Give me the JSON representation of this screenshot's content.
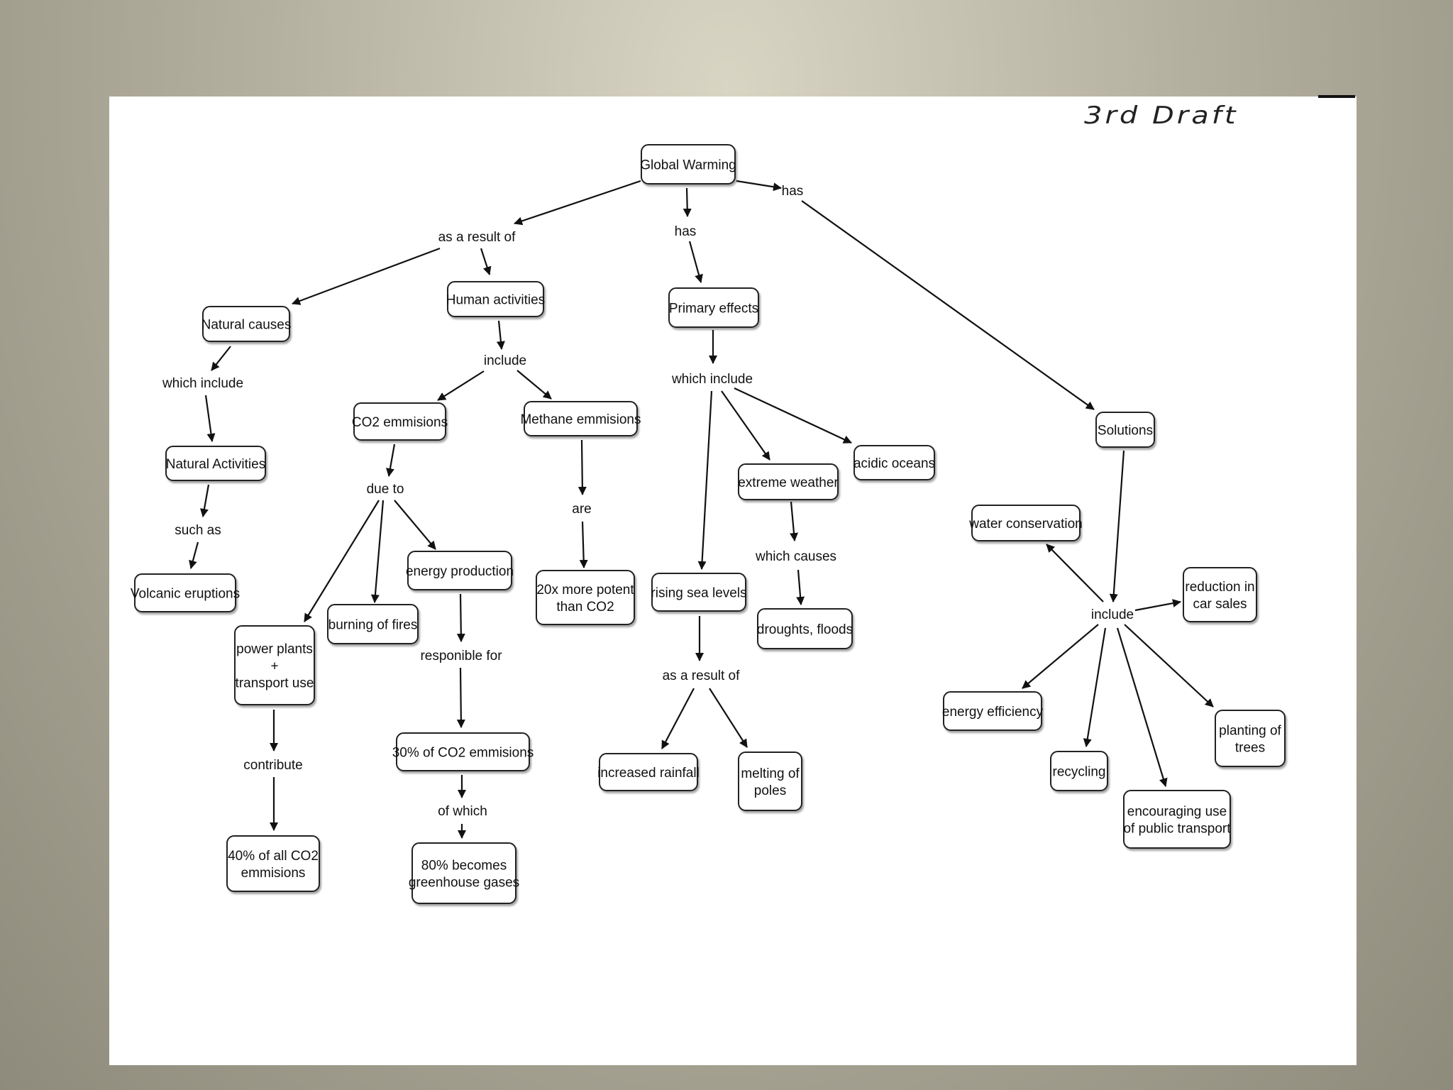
{
  "slide": {
    "draft_label": "3rd Draft"
  },
  "concept_map": {
    "nodes": [
      {
        "id": "global",
        "lines": [
          "Global Warming"
        ]
      },
      {
        "id": "natural",
        "lines": [
          "Natural causes"
        ]
      },
      {
        "id": "human",
        "lines": [
          "Human activities"
        ]
      },
      {
        "id": "primary",
        "lines": [
          "Primary effects"
        ]
      },
      {
        "id": "solutions",
        "lines": [
          "Solutions"
        ]
      },
      {
        "id": "natact",
        "lines": [
          "Natural Activities"
        ]
      },
      {
        "id": "volcanic",
        "lines": [
          "Volcanic eruptions"
        ]
      },
      {
        "id": "co2",
        "lines": [
          "CO2 emmisions"
        ]
      },
      {
        "id": "methane",
        "lines": [
          "Methane emmisions"
        ]
      },
      {
        "id": "potent",
        "lines": [
          "20x more potent",
          "than CO2"
        ]
      },
      {
        "id": "energyprod",
        "lines": [
          "energy production"
        ]
      },
      {
        "id": "burning",
        "lines": [
          "burning of fires"
        ]
      },
      {
        "id": "power",
        "lines": [
          "power plants",
          "+",
          "transport use"
        ]
      },
      {
        "id": "forty",
        "lines": [
          "40% of all CO2",
          "emmisions"
        ]
      },
      {
        "id": "thirty",
        "lines": [
          "30% of CO2 emmisions"
        ]
      },
      {
        "id": "eighty",
        "lines": [
          "80% becomes",
          "greenhouse gases"
        ]
      },
      {
        "id": "extreme",
        "lines": [
          "extreme weather"
        ]
      },
      {
        "id": "acidic",
        "lines": [
          "acidic oceans"
        ]
      },
      {
        "id": "sealevels",
        "lines": [
          "rising sea levels"
        ]
      },
      {
        "id": "droughts",
        "lines": [
          "droughts, floods"
        ]
      },
      {
        "id": "rainfall",
        "lines": [
          "increased rainfall"
        ]
      },
      {
        "id": "melting",
        "lines": [
          "melting of",
          "poles"
        ]
      },
      {
        "id": "water",
        "lines": [
          "water conservation"
        ]
      },
      {
        "id": "reduction",
        "lines": [
          "reduction in",
          "car  sales"
        ]
      },
      {
        "id": "efficiency",
        "lines": [
          "energy efficiency"
        ]
      },
      {
        "id": "recycling",
        "lines": [
          "recycling"
        ]
      },
      {
        "id": "transport",
        "lines": [
          "encouraging use",
          "of public transport"
        ]
      },
      {
        "id": "trees",
        "lines": [
          "planting of",
          "trees"
        ]
      }
    ],
    "linking_phrases": [
      {
        "id": "asresult1",
        "text": "as a result of"
      },
      {
        "id": "has_mid",
        "text": "has"
      },
      {
        "id": "has_right",
        "text": "has"
      },
      {
        "id": "whichinclude_nat",
        "text": "which include"
      },
      {
        "id": "suchas",
        "text": "such as"
      },
      {
        "id": "include_human",
        "text": "include"
      },
      {
        "id": "dueto",
        "text": "due to"
      },
      {
        "id": "are",
        "text": "are"
      },
      {
        "id": "contribute",
        "text": "contribute"
      },
      {
        "id": "responible",
        "text": "responible for"
      },
      {
        "id": "ofwhich",
        "text": "of which"
      },
      {
        "id": "whichinclude_prim",
        "text": "which include"
      },
      {
        "id": "whichcauses",
        "text": "which causes"
      },
      {
        "id": "asresult2",
        "text": "as a result of"
      },
      {
        "id": "include_sol",
        "text": "include"
      }
    ]
  }
}
